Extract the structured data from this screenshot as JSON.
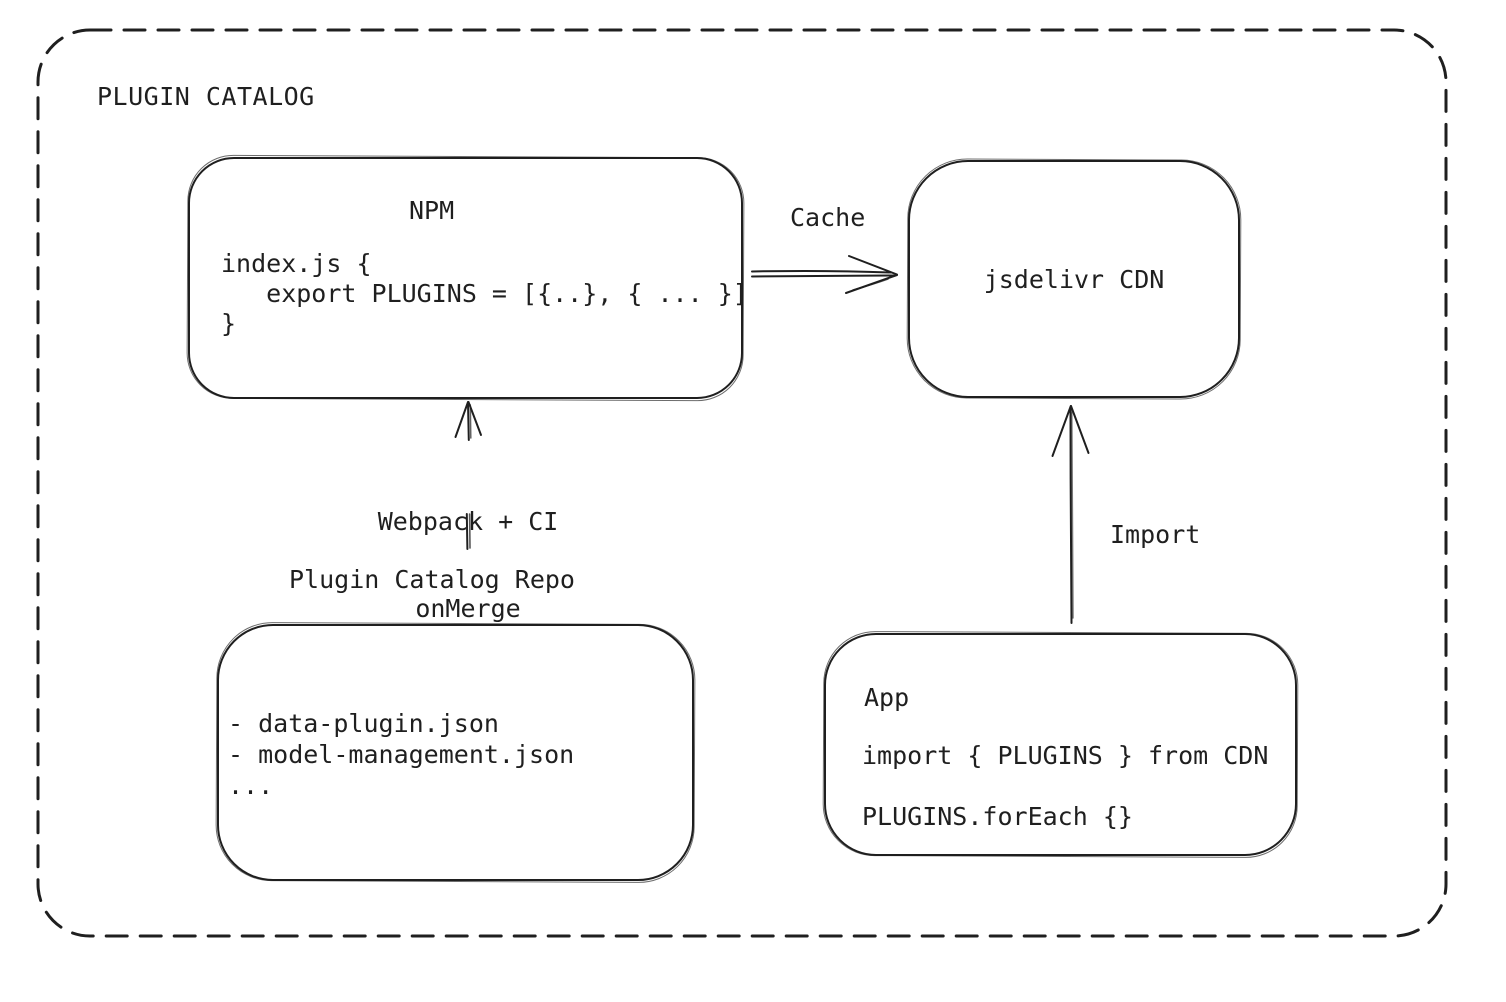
{
  "diagram": {
    "title": "PLUGIN CATALOG",
    "nodes": {
      "npm": {
        "title": "NPM",
        "code": [
          "index.js {",
          "   export PLUGINS = [{..}, { ... }]",
          "}"
        ]
      },
      "cdn": {
        "label": "jsdelivr CDN"
      },
      "repo": {
        "label": "Plugin Catalog Repo",
        "files": [
          "- data-plugin.json",
          "- model-management.json",
          "..."
        ]
      },
      "app": {
        "title": "App",
        "code": [
          "import { PLUGINS } from CDN",
          "PLUGINS.forEach {}"
        ]
      }
    },
    "edges": {
      "cache": {
        "label": "Cache"
      },
      "build": {
        "labels": [
          "Webpack + CI",
          "onMerge"
        ]
      },
      "import": {
        "label": "Import"
      }
    },
    "colors": {
      "stroke": "#1f1f1f",
      "background": "#ffffff"
    }
  }
}
